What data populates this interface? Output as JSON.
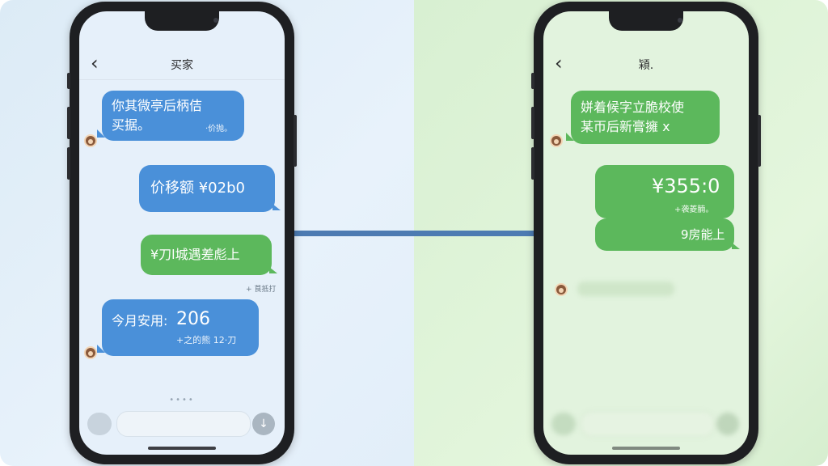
{
  "left_phone": {
    "title": "买家",
    "messages": [
      {
        "line1": "你其微亭后柄佶",
        "line2": "买据。",
        "note": "·价抛。"
      },
      {
        "text": "价移额 ¥02b0"
      },
      {
        "text": "¥刀l城遇差彪上",
        "outside_note": "+ 莨抵打"
      },
      {
        "label": "今月安用:",
        "amount": "206",
        "note": "+之的熊 12·刀"
      }
    ],
    "pager": "••••"
  },
  "right_phone": {
    "title": "㯋.",
    "messages": [
      {
        "line1": "姘着候字立脆校使",
        "line2": "某帀后新膏擁 ⅹ"
      },
      {
        "amount": "¥355:0",
        "note": "+袭菱腩。"
      },
      {
        "text": "9房能上"
      }
    ]
  },
  "colors": {
    "blue_bubble": "#4a90d9",
    "green_bubble": "#5cb85c",
    "connector": "#4d7bb2"
  },
  "icons": {
    "back": "chevron-left-icon",
    "composer_left": "emoji-icon",
    "composer_right": "microphone-icon"
  }
}
